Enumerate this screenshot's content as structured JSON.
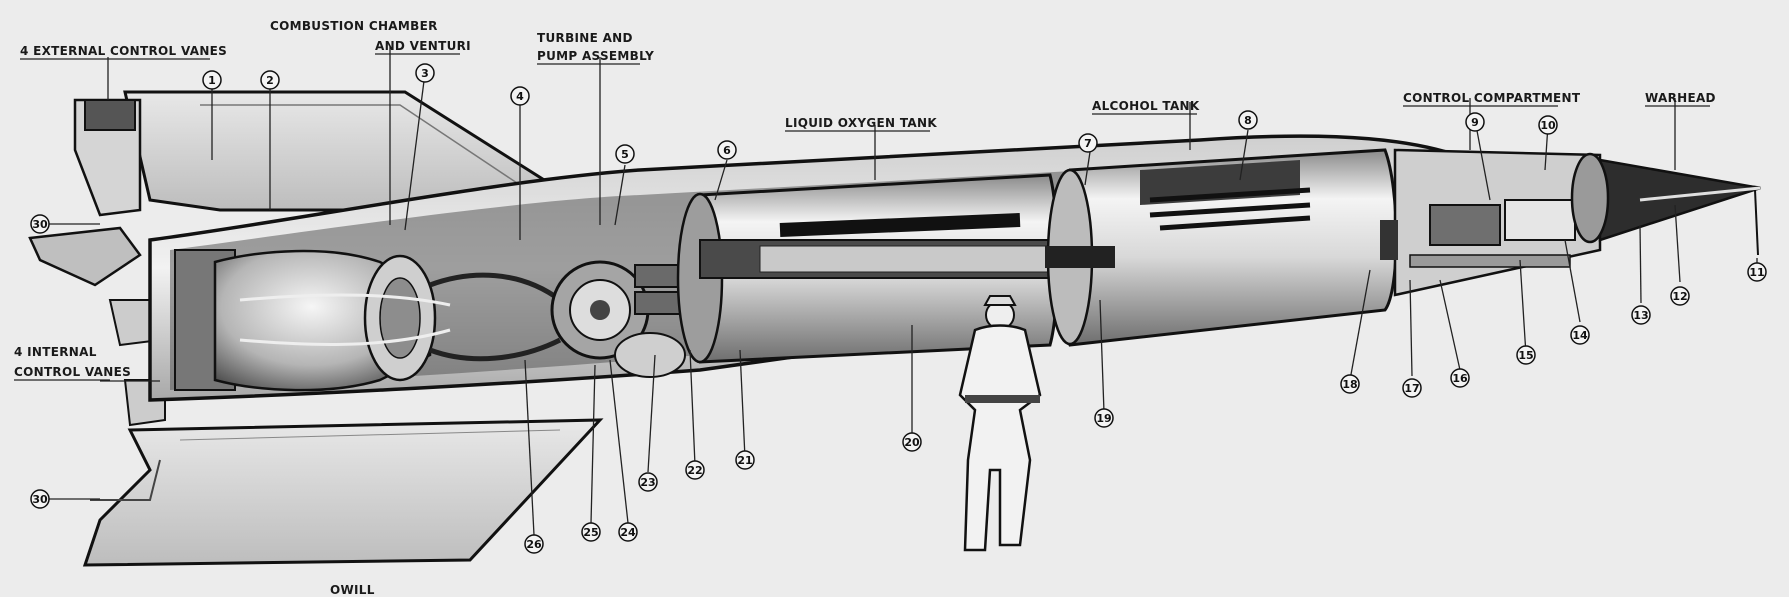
{
  "labels": {
    "external_vanes": "4 EXTERNAL CONTROL VANES",
    "combustion_1": "COMBUSTION CHAMBER",
    "combustion_2": "AND VENTURI",
    "turbine_1": "TURBINE AND",
    "turbine_2": "PUMP ASSEMBLY",
    "lox_tank": "LIQUID OXYGEN TANK",
    "alcohol_tank": "ALCOHOL TANK",
    "control_compartment": "CONTROL COMPARTMENT",
    "warhead": "WARHEAD",
    "internal_vanes_1": "4 INTERNAL",
    "internal_vanes_2": "CONTROL VANES",
    "footer_text": "OWILL"
  },
  "callouts": [
    "1",
    "2",
    "3",
    "4",
    "5",
    "6",
    "7",
    "8",
    "9",
    "10",
    "11",
    "12",
    "13",
    "14",
    "15",
    "16",
    "17",
    "18",
    "19",
    "20",
    "21",
    "22",
    "23",
    "24",
    "25",
    "26",
    "30",
    "30"
  ],
  "colors": {
    "paper": "#ececec",
    "ink": "#111111",
    "shade": "#9a9a9a",
    "dark": "#3a3a3a"
  }
}
